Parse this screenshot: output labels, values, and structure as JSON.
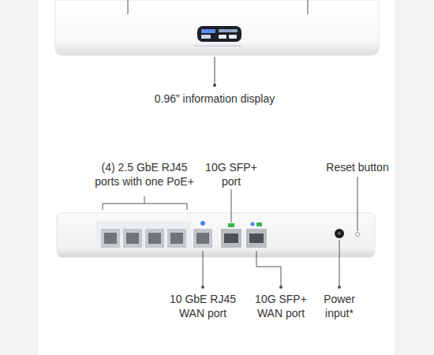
{
  "diagram": {
    "labels": [
      "0.96” information display",
      "(4) 2.5 GbE RJ45 ports with one PoE+",
      "10G SFP+ port",
      "Reset button",
      "10 GbE RJ45 WAN port",
      "10G SFP+ WAN port",
      "Power input*"
    ]
  }
}
